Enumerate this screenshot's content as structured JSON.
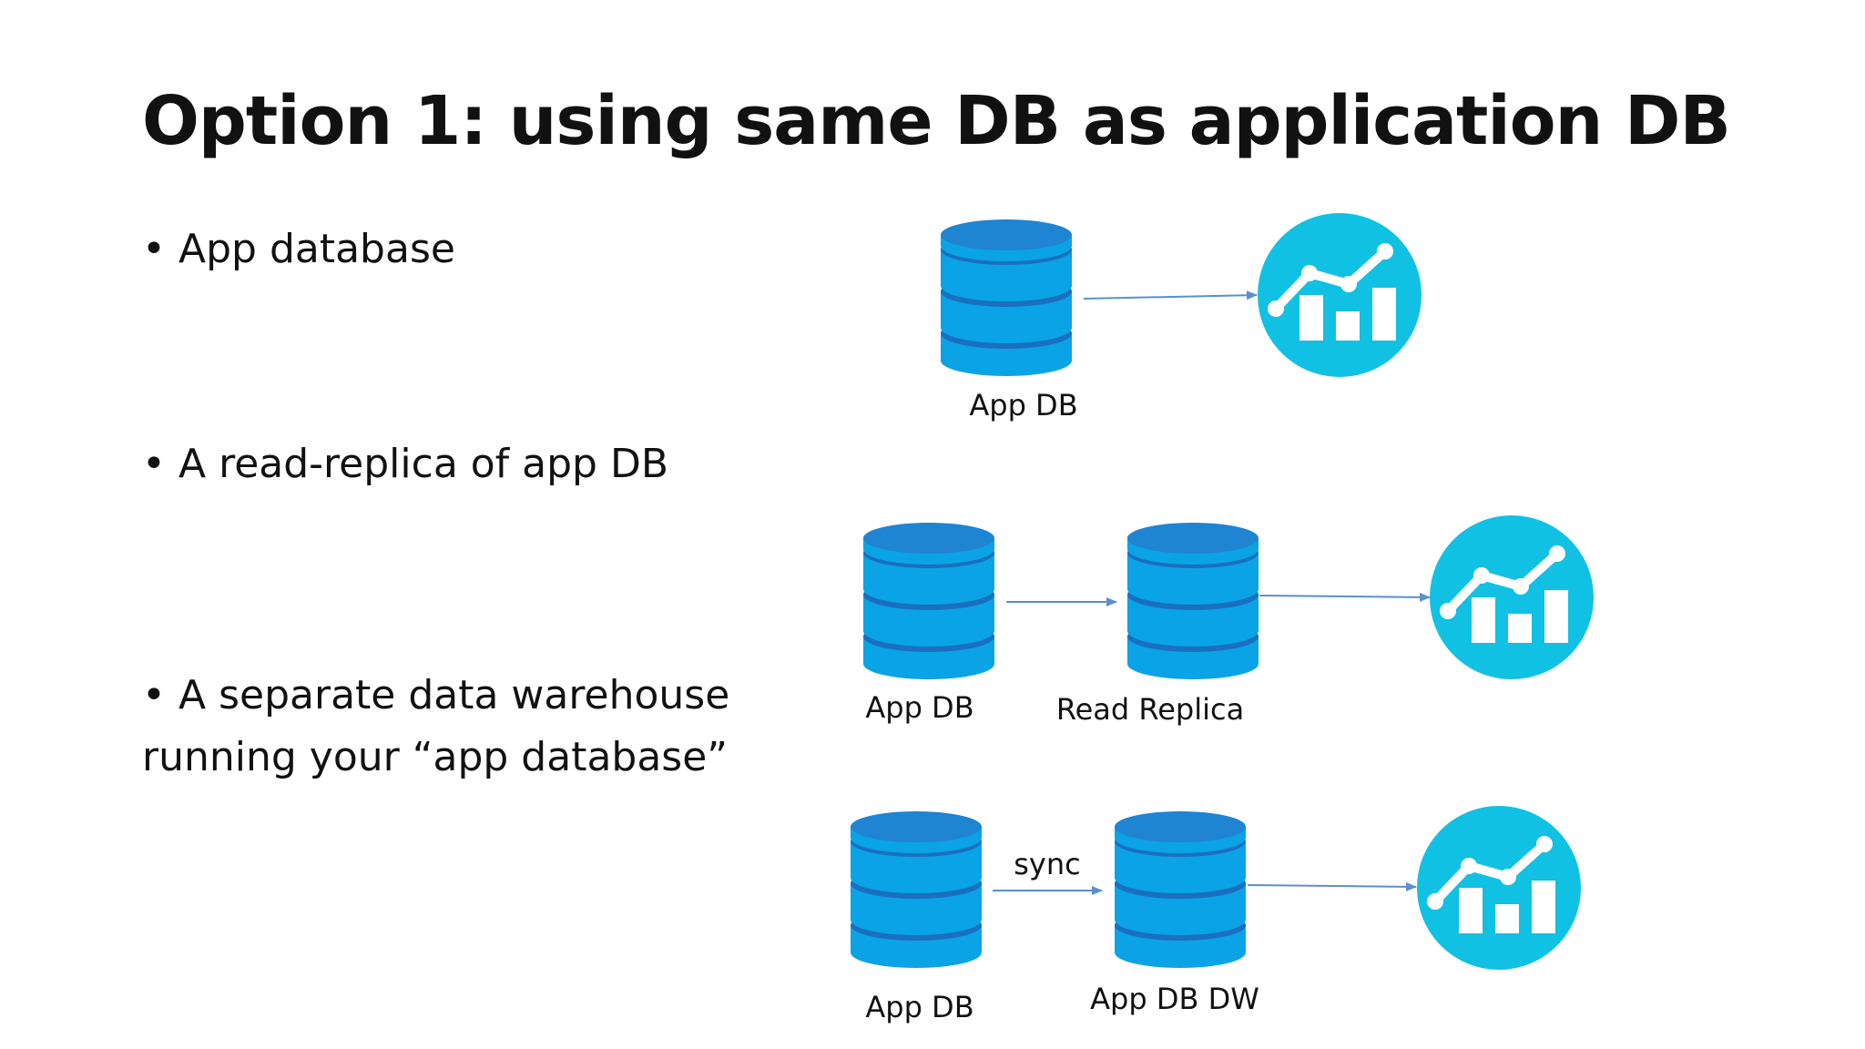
{
  "title": "Option 1: using same DB as application DB",
  "bullets": [
    {
      "marker": "•",
      "text": "App database"
    },
    {
      "marker": "•",
      "text": "A read-replica of app DB"
    },
    {
      "marker": "•",
      "text": "A separate data warehouse",
      "text_line2": "running your “app database”"
    }
  ],
  "diagram": {
    "row1": {
      "db_label": "App DB"
    },
    "row2": {
      "db_label": "App DB",
      "replica_label": "Read Replica"
    },
    "row3": {
      "db_label": "App DB",
      "arrow_label": "sync",
      "dw_label": "App DB DW"
    }
  },
  "colors": {
    "db_light": "#0aa3e6",
    "db_dark": "#1a6fbf",
    "db_top": "#1f84d2",
    "analytics_circle": "#11c1e3",
    "arrow": "#5b8fd0",
    "text": "#111111"
  },
  "icons": [
    "database-icon",
    "analytics-chart-icon",
    "arrow-icon"
  ]
}
